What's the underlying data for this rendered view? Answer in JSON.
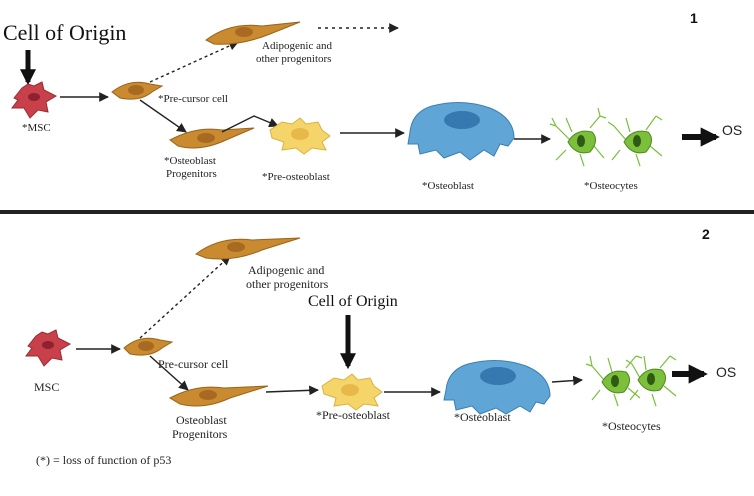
{
  "panel1": {
    "number": "1",
    "cell_of_origin": "Cell of Origin",
    "msc": "*MSC",
    "precursor": "*Pre-cursor cell",
    "adipogenic_line1": "Adipogenic and",
    "adipogenic_line2": "other progenitors",
    "osteoblast_prog_line1": "*Osteoblast",
    "osteoblast_prog_line2": "Progenitors",
    "pre_osteoblast": "*Pre-osteoblast",
    "osteoblast": "*Osteoblast",
    "osteocytes": "*Osteocytes",
    "os": "OS"
  },
  "panel2": {
    "number": "2",
    "cell_of_origin": "Cell of Origin",
    "msc": "MSC",
    "precursor": "Pre-cursor cell",
    "adipogenic_line1": "Adipogenic and",
    "adipogenic_line2": "other progenitors",
    "osteoblast_prog_line1": "Osteoblast",
    "osteoblast_prog_line2": "Progenitors",
    "pre_osteoblast": "*Pre-osteoblast",
    "osteoblast": "*Osteoblast",
    "osteocytes": "*Osteocytes",
    "os": "OS"
  },
  "footnote": "(*) = loss of function of p53",
  "colors": {
    "msc": "#c8404a",
    "precursor": "#c98a30",
    "pre_osteoblast": "#f5d56a",
    "osteoblast": "#5fa6d6",
    "osteocyte": "#7bbf3a"
  }
}
